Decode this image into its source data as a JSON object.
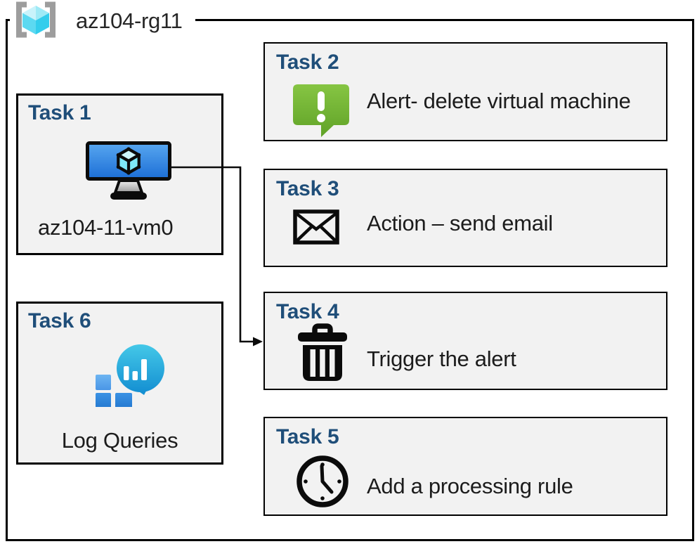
{
  "resource_group": {
    "name": "az104-rg11",
    "icon": "resource-group-icon"
  },
  "tasks": [
    {
      "id": "task1",
      "title": "Task 1",
      "label": "az104-11-vm0",
      "icon": "virtual-machine-icon"
    },
    {
      "id": "task2",
      "title": "Task 2",
      "label": "Alert- delete virtual machine",
      "icon": "alert-icon"
    },
    {
      "id": "task3",
      "title": "Task 3",
      "label": "Action – send email",
      "icon": "email-icon"
    },
    {
      "id": "task4",
      "title": "Task 4",
      "label": "Trigger the alert",
      "icon": "trash-icon"
    },
    {
      "id": "task5",
      "title": "Task 5",
      "label": "Add a processing rule",
      "icon": "clock-icon"
    },
    {
      "id": "task6",
      "title": "Task 6",
      "label": "Log Queries",
      "icon": "log-queries-icon"
    }
  ],
  "connector": {
    "from": "Task 1 virtual machine",
    "to": "Task 4",
    "style": "elbow-arrow"
  },
  "colors": {
    "heading_blue": "#1F4E79",
    "box_fill": "#F2F2F2",
    "border_black": "#000000",
    "alert_green_top": "#86C543",
    "alert_green_bottom": "#60A227",
    "vm_screen_top": "#58A7F0",
    "vm_screen_bottom": "#1C6ED6",
    "cube_cyan": "#7DE9F8",
    "rg_bracket_gray": "#9D9D9D",
    "rg_cube_top": "#B9F0FB",
    "rg_cube_side": "#33CDEC",
    "lq_bubble_top": "#44C8E8",
    "lq_bubble_bottom": "#1590D2",
    "lq_square_light": "#5BA3EC",
    "lq_square_dark": "#2E86DD"
  }
}
